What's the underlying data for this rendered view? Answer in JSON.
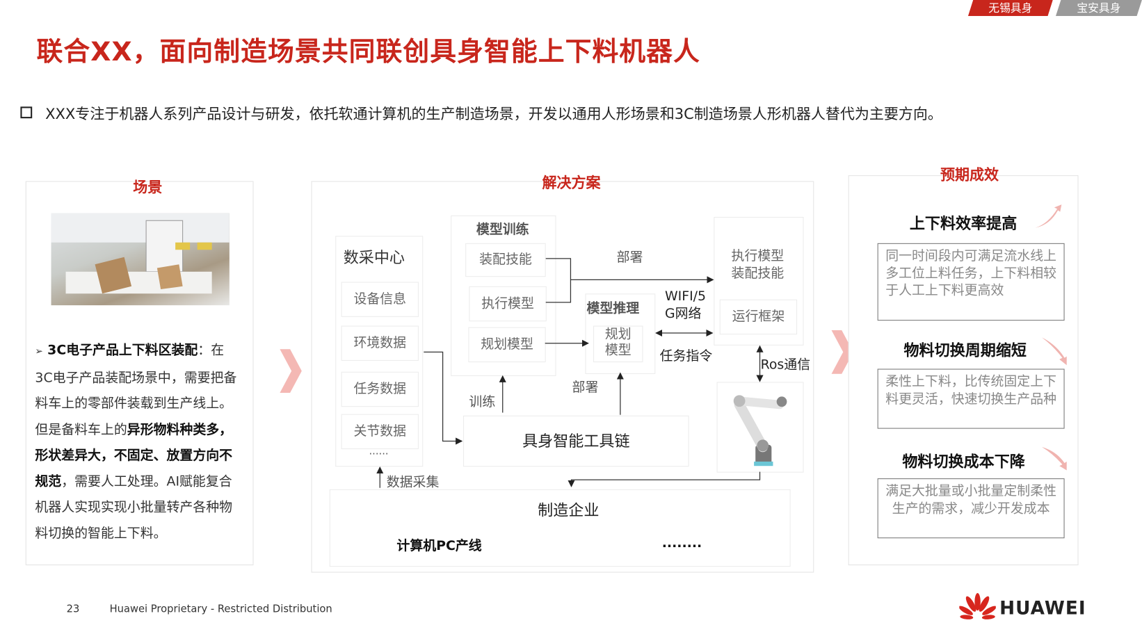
{
  "tabs": [
    "无锡具身",
    "宝安具身"
  ],
  "title": "联合XX，面向制造场景共同联创具身智能上下料机器人",
  "intro": "XXX专注于机器人系列产品设计与研发，依托软通计算机的生产制造场景，开发以通用人形场景和3C制造场景人形机器人替代为主要方向。",
  "scene": {
    "title": "场景",
    "desc": [
      {
        "text": "3C电子产品上下料区装配",
        "bold": true
      },
      {
        "text": "：在3C电子产品装配场景中，需要把备料车上的零部件装载到生产线上。但是备料车上的",
        "bold": false
      },
      {
        "text": "异形物料种类多，形状差异大，不固定、放置方向不规范",
        "bold": true
      },
      {
        "text": "，需要人工处理。AI赋能复合机器人实现实现小批量转产各种物料切换的智能上下料。",
        "bold": false
      }
    ]
  },
  "solution": {
    "title": "解决方案",
    "data_center": {
      "title": "数采中心",
      "items": [
        "设备信息",
        "环境数据",
        "任务数据",
        "关节数据"
      ],
      "more": "......"
    },
    "training": {
      "title": "模型训练",
      "items": [
        "装配技能",
        "执行模型",
        "规划模型"
      ]
    },
    "inference": {
      "title": "模型推理",
      "item": "规划\n模型"
    },
    "exec": {
      "title": "执行模型\n装配技能",
      "runtime": "运行框架"
    },
    "labels": {
      "deploy_top": "部署",
      "network": "WIFI/5\nG网络",
      "task_cmd": "任务指令",
      "ros": "Ros通信",
      "train": "训练",
      "deploy_bottom": "部署",
      "data_collect": "数据采集"
    },
    "toolchain": "具身智能工具链",
    "enterprise": {
      "title": "制造企业",
      "line": "计算机PC产线",
      "more": "........"
    }
  },
  "results": {
    "title": "预期成效",
    "items": [
      {
        "heading": "上下料效率提高",
        "text": "同一时间段内可满足流水线上多工位上料任务，上下料相较于人工上下料更高效"
      },
      {
        "heading": "物料切换周期缩短",
        "text": "柔性上下料，比传统固定上下料更灵活，快速切换生产品种"
      },
      {
        "heading": "物料切换成本下降",
        "text": "满足大批量或小批量定制柔性生产的需求，减少开发成本"
      }
    ]
  },
  "footer": {
    "page": "23",
    "notice": "Huawei Proprietary - Restricted Distribution",
    "brand": "HUAWEI"
  },
  "colors": {
    "accent": "#c8261c"
  }
}
